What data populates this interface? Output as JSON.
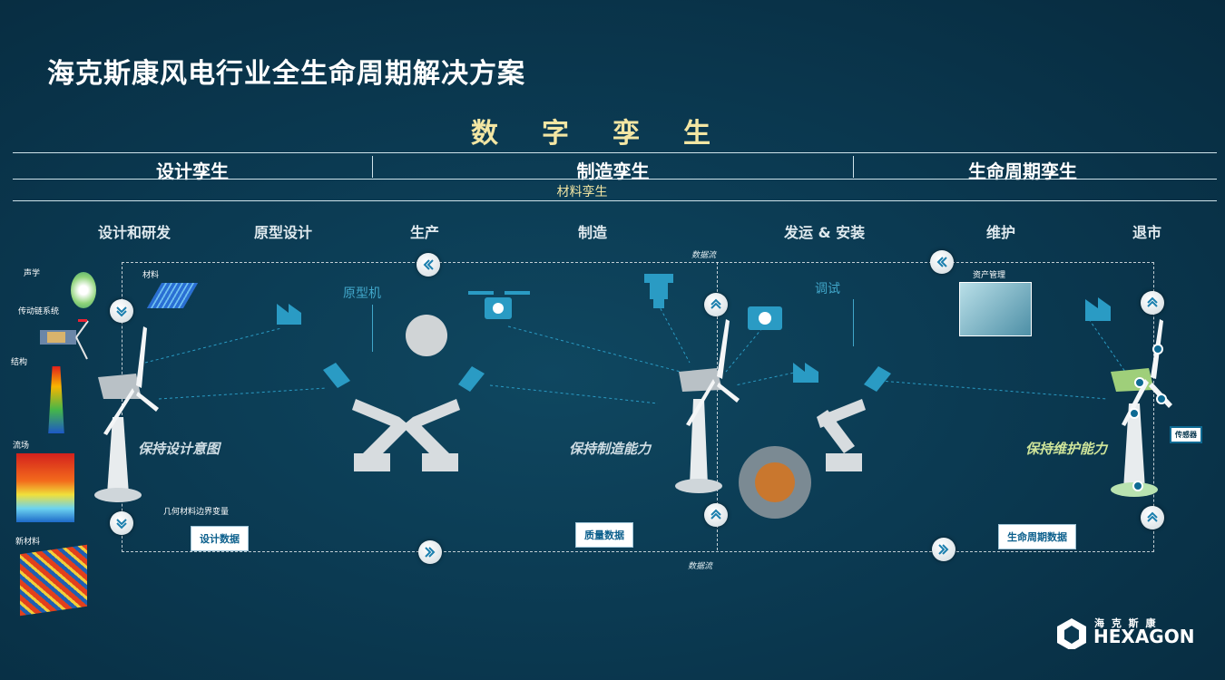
{
  "title": "海克斯康风电行业全生命周期解决方案",
  "digital_twin": "数字孪生",
  "phases": {
    "design": "设计孪生",
    "manufacture": "制造孪生",
    "lifecycle": "生命周期孪生"
  },
  "material_twin": "材料孪生",
  "stages": [
    "设计和研发",
    "原型设计",
    "生产",
    "制造",
    "发运 & 安装",
    "维护",
    "退市"
  ],
  "left_labels": {
    "acoustics": "声学",
    "drivetrain": "传动链系统",
    "structure": "结构",
    "flow": "流场",
    "new_material": "新材料"
  },
  "inner_labels": {
    "material": "材料",
    "prototype": "原型机",
    "debug": "调试",
    "asset_mgmt": "资产管理",
    "geometry": "几何材料边界变量",
    "sensor": "传感器"
  },
  "data_flow": "数据流",
  "data_boxes": {
    "design": "设计数据",
    "quality": "质量数据",
    "lifecycle": "生命周期数据"
  },
  "captions": {
    "design": "保持设计意图",
    "manufacture": "保持制造能力",
    "maintain": "保持维护能力"
  },
  "logo": {
    "cn": "海 克 斯 康",
    "en": "HEXAGON"
  },
  "colors": {
    "accent_cyan": "#41a6c9",
    "title_gold": "#f3e6a3",
    "highlight_green": "#cfe59a"
  },
  "icons": [
    "chevron-left-icon",
    "chevron-right-icon",
    "chevron-down-icon",
    "chevron-up-icon",
    "drone-icon",
    "camera-icon",
    "scanner-icon",
    "factory-icon",
    "robot-arm-icon",
    "wind-turbine-icon"
  ]
}
